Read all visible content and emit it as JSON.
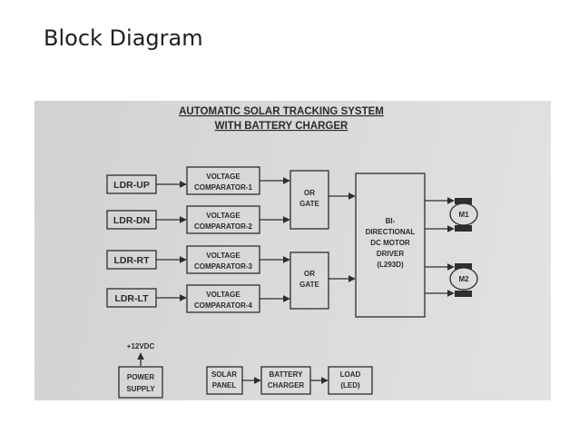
{
  "slide": {
    "title": "Block Diagram"
  },
  "diagram": {
    "title_line1": "AUTOMATIC SOLAR TRACKING SYSTEM",
    "title_line2": "WITH BATTERY CHARGER",
    "sensors": [
      "LDR-UP",
      "LDR-DN",
      "LDR-RT",
      "LDR-LT"
    ],
    "comparators": [
      {
        "line1": "VOLTAGE",
        "line2": "COMPARATOR-1"
      },
      {
        "line1": "VOLTAGE",
        "line2": "COMPARATOR-2"
      },
      {
        "line1": "VOLTAGE",
        "line2": "COMPARATOR-3"
      },
      {
        "line1": "VOLTAGE",
        "line2": "COMPARATOR-4"
      }
    ],
    "or_gates": [
      {
        "line1": "OR",
        "line2": "GATE"
      },
      {
        "line1": "OR",
        "line2": "GATE"
      }
    ],
    "driver": [
      "BI-",
      "DIRECTIONAL",
      "DC MOTOR",
      "DRIVER",
      "(L293D)"
    ],
    "motors": [
      "M1",
      "M2"
    ],
    "supply_label": "+12VDC",
    "power_supply": {
      "line1": "POWER",
      "line2": "SUPPLY"
    },
    "solar_panel": {
      "line1": "SOLAR",
      "line2": "PANEL"
    },
    "battery_charger": {
      "line1": "BATTERY",
      "line2": "CHARGER"
    },
    "load": {
      "line1": "LOAD",
      "line2": "(LED)"
    }
  }
}
